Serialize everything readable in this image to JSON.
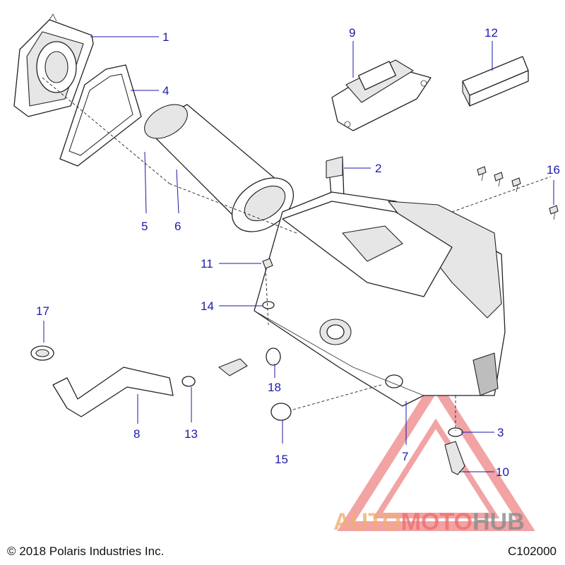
{
  "diagram": {
    "callouts": [
      "1",
      "4",
      "5",
      "6",
      "9",
      "12",
      "2",
      "16",
      "11",
      "14",
      "17",
      "18",
      "8",
      "13",
      "15",
      "7",
      "3",
      "10"
    ],
    "footer": {
      "copyright": "© 2018 Polaris Industries Inc.",
      "code": "C102000"
    },
    "watermark": {
      "part1": "AUTO",
      "part2": "MOTO",
      "part3": "HUB",
      "colors": {
        "auto": "#f0b070",
        "moto": "#ef6f6f",
        "hub": "#8a8a8a",
        "triangle": "#e8585a"
      }
    }
  }
}
